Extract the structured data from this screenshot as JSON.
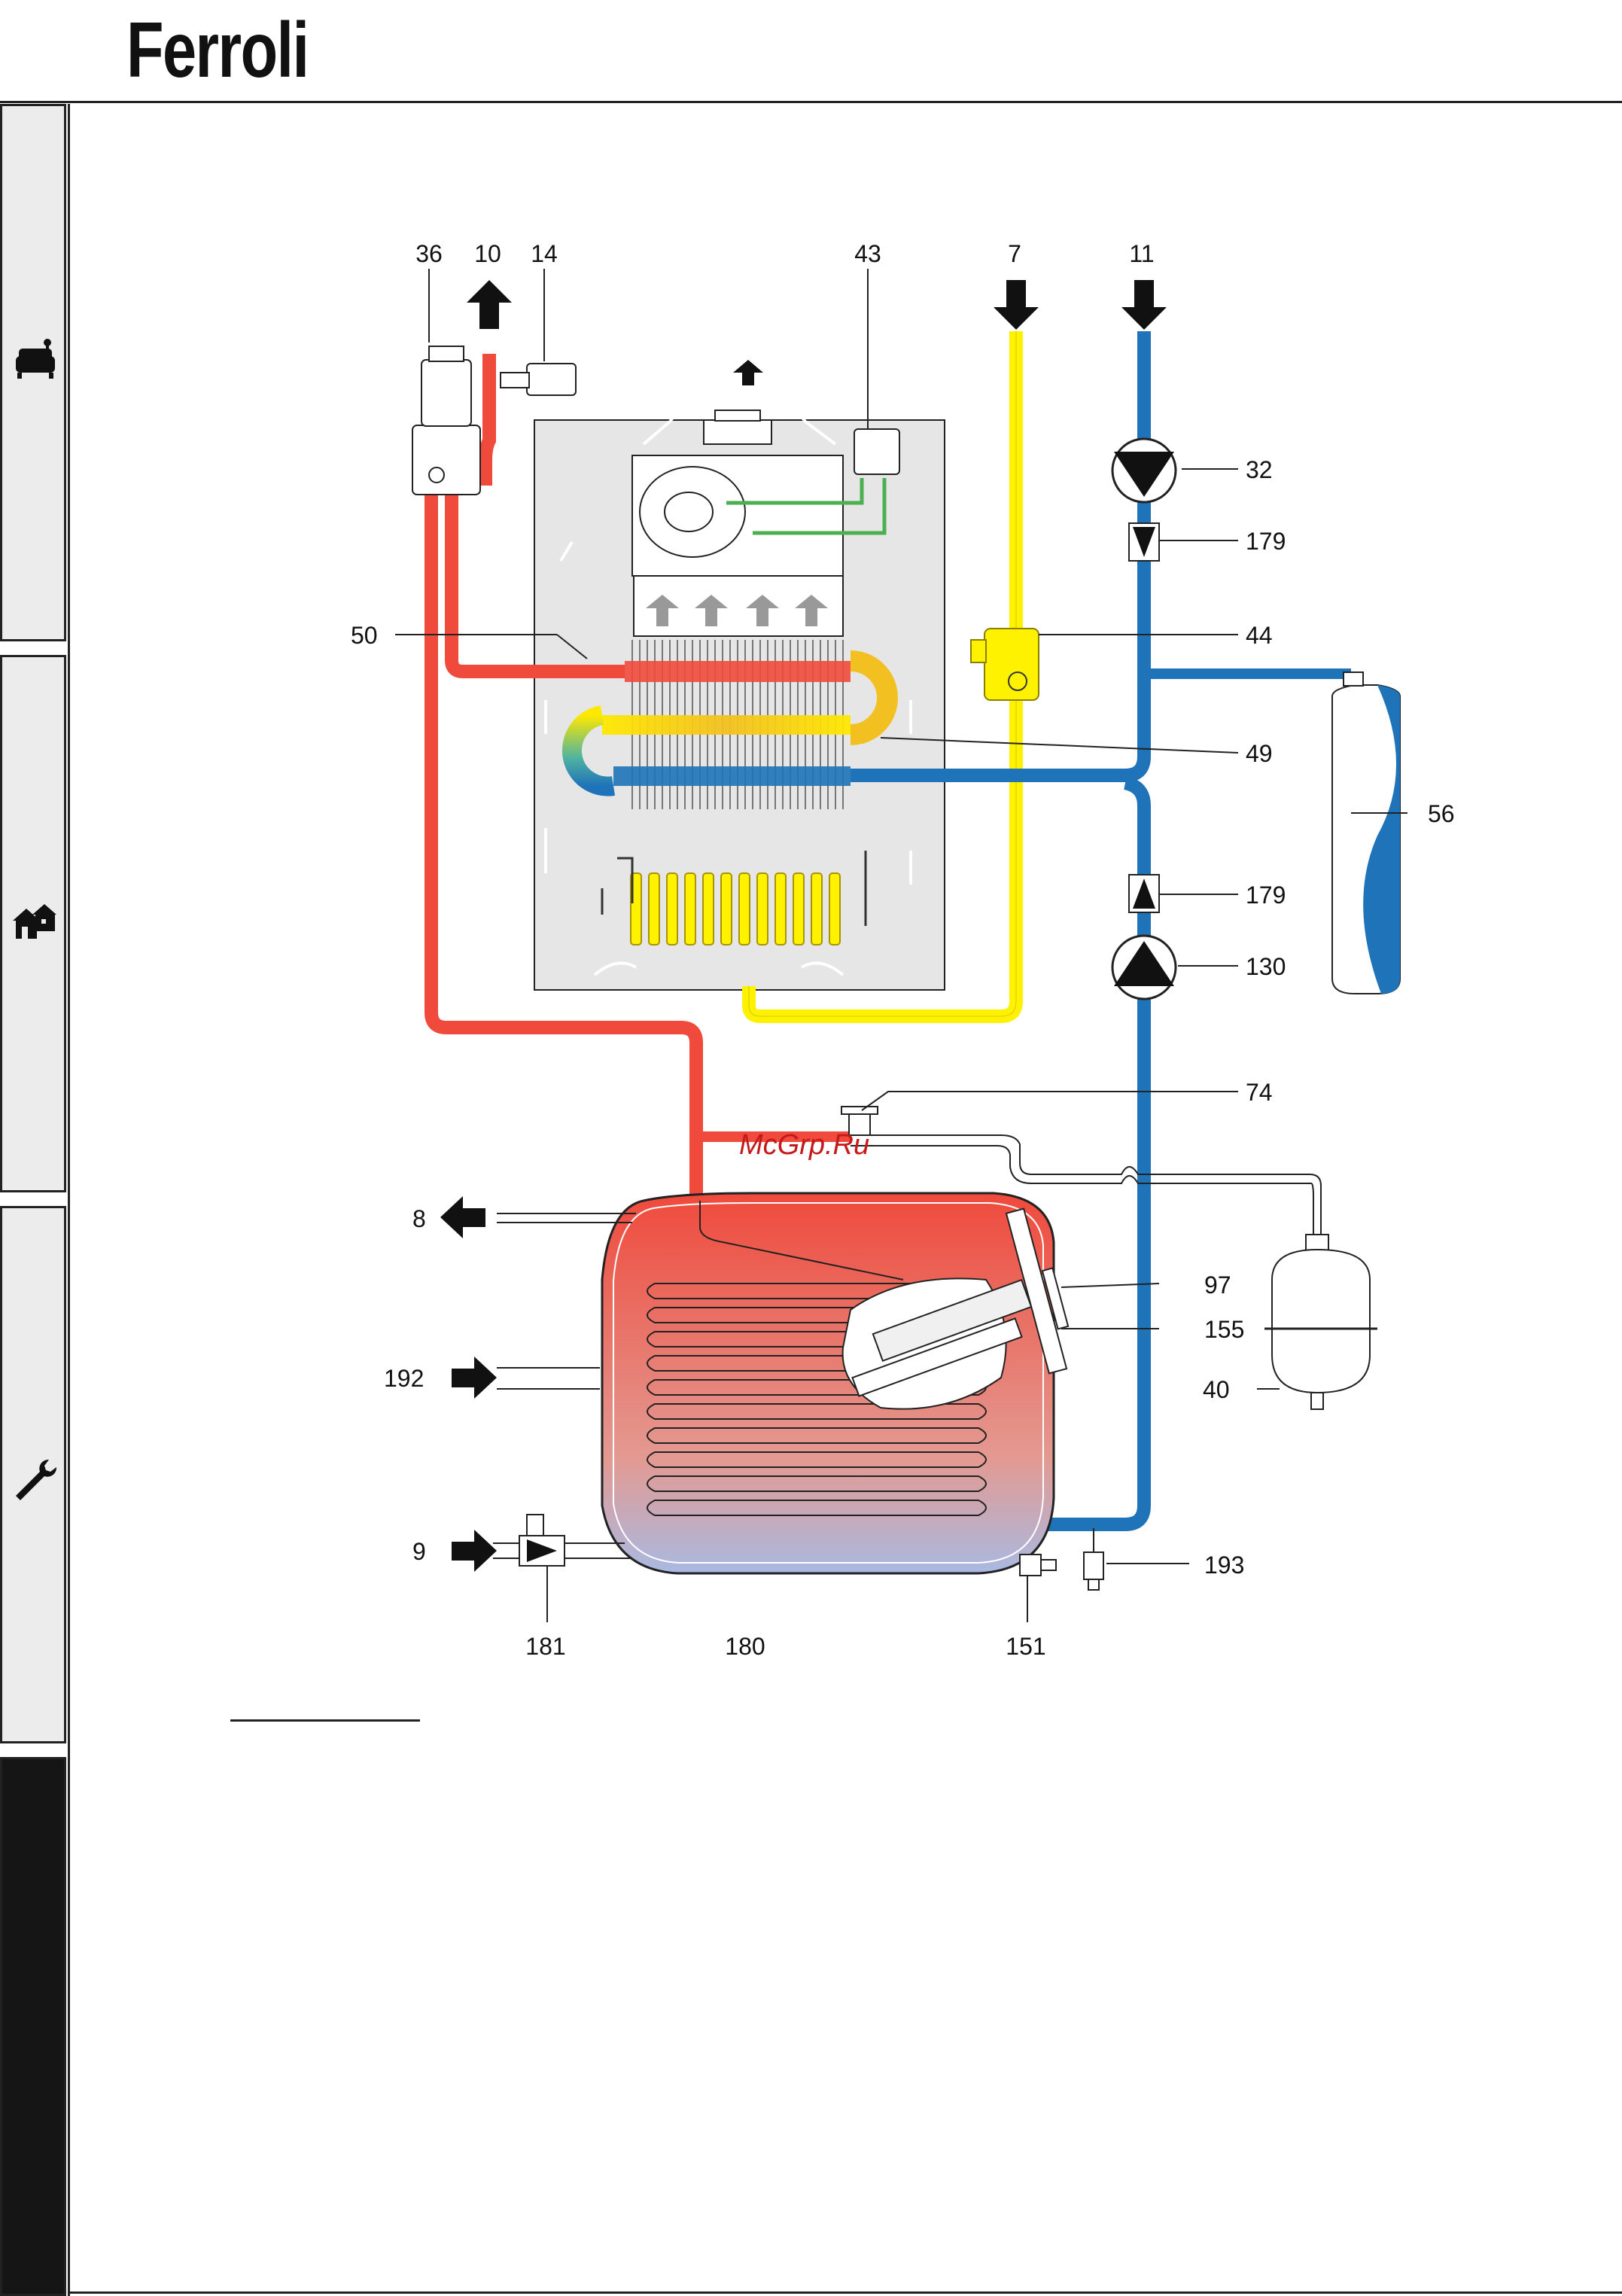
{
  "brand": {
    "logo_text": "Ferroli"
  },
  "watermark": "McGrp.Ru",
  "sidebar": {
    "tabs": [
      {
        "icon": "armchair-icon"
      },
      {
        "icon": "houses-icon"
      },
      {
        "icon": "wrench-icon"
      },
      {
        "icon": "dark-tab"
      }
    ]
  },
  "diagram": {
    "callouts": [
      "36",
      "10",
      "14",
      "43",
      "7",
      "11",
      "32",
      "179",
      "50",
      "44",
      "49",
      "56",
      "179",
      "130",
      "74",
      "8",
      "97",
      "155",
      "192",
      "40",
      "9",
      "193",
      "181",
      "180",
      "151"
    ]
  },
  "colors": {
    "hot": "#ef4a3c",
    "cold": "#1e73b9",
    "gas": "#fff200",
    "panel": "#e6e6e6",
    "green": "#4caf50"
  }
}
